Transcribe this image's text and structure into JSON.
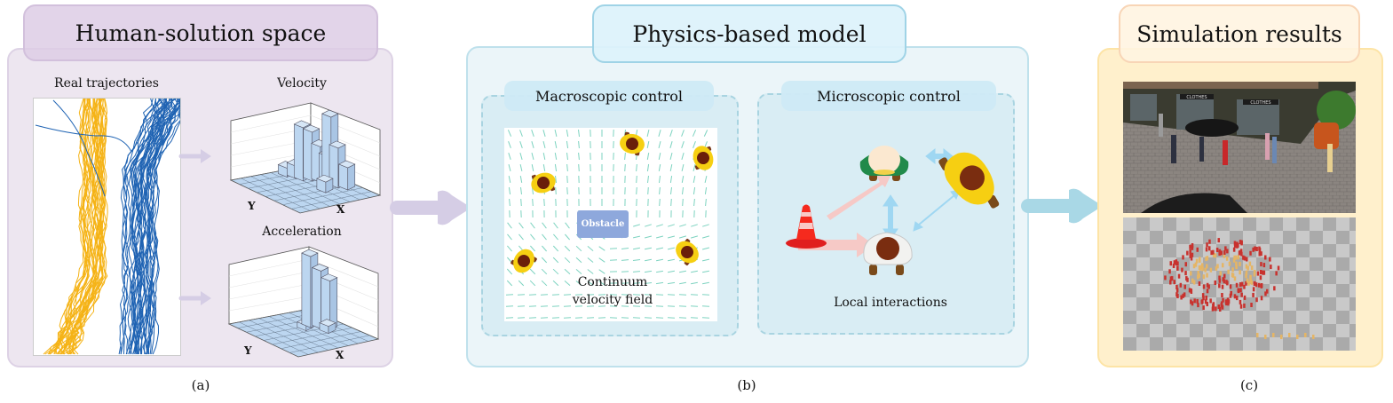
{
  "panels": {
    "a": {
      "title": "Human-solution space",
      "caption": "(a)",
      "trajectories_label": "Real trajectories",
      "velocity_label": "Velocity",
      "acceleration_label": "Acceleration",
      "axis_y": "Y",
      "axis_x": "X",
      "trajectory_colors": [
        "#f5b316",
        "#1f63b3"
      ]
    },
    "b": {
      "title": "Physics-based model",
      "caption": "(b)",
      "macro_title": "Macroscopic control",
      "micro_title": "Microscopic control",
      "obstacle_label": "Obstacle",
      "field_label_line1": "Continuum",
      "field_label_line2": "velocity field",
      "local_label": "Local interactions",
      "field_color": "#7dd3c0"
    },
    "c": {
      "title": "Simulation results",
      "caption": "(c)",
      "street_signs": [
        "CLOTHES",
        "CLOTHES"
      ]
    }
  },
  "colors": {
    "panel_a_bg": "#ede6f0",
    "panel_b_bg": "#ebf5f9",
    "panel_c_bg": "#fff0cc",
    "arrow_a": "#d5cde5",
    "arrow_b": "#a9d8e6",
    "hist_bar": "#bcd6f0"
  }
}
